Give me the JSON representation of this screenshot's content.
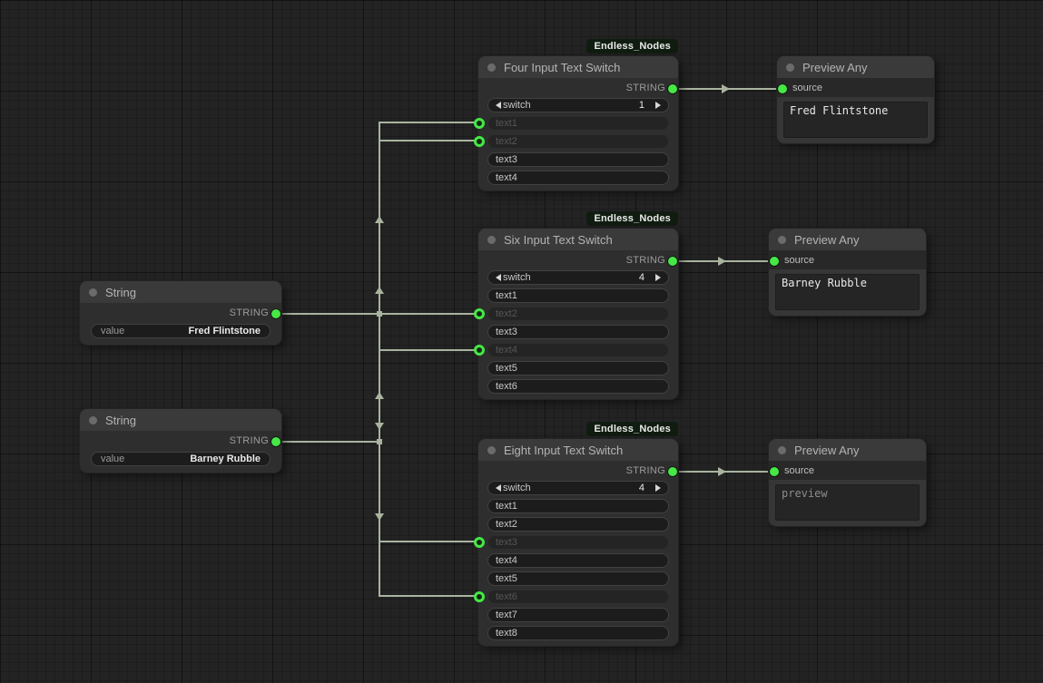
{
  "badge_label": "Endless_Nodes",
  "colors": {
    "wire": "#a9b49f",
    "port-green": "#45e845",
    "badge-bg": "#111c11"
  },
  "nodes": {
    "string1": {
      "title": "String",
      "output_label": "STRING",
      "widget_label": "value",
      "widget_value": "Fred Flintstone"
    },
    "string2": {
      "title": "String",
      "output_label": "STRING",
      "widget_label": "value",
      "widget_value": "Barney Rubble"
    },
    "switch4": {
      "title": "Four Input Text Switch",
      "output_label": "STRING",
      "switch_label": "switch",
      "switch_value": "1",
      "rows": [
        {
          "label": "text1",
          "linked": true
        },
        {
          "label": "text2",
          "linked": true
        },
        {
          "label": "text3",
          "linked": false
        },
        {
          "label": "text4",
          "linked": false
        }
      ]
    },
    "switch6": {
      "title": "Six Input Text Switch",
      "output_label": "STRING",
      "switch_label": "switch",
      "switch_value": "4",
      "rows": [
        {
          "label": "text1",
          "linked": false
        },
        {
          "label": "text2",
          "linked": true
        },
        {
          "label": "text3",
          "linked": false
        },
        {
          "label": "text4",
          "linked": true
        },
        {
          "label": "text5",
          "linked": false
        },
        {
          "label": "text6",
          "linked": false
        }
      ]
    },
    "switch8": {
      "title": "Eight Input Text Switch",
      "output_label": "STRING",
      "switch_label": "switch",
      "switch_value": "4",
      "rows": [
        {
          "label": "text1",
          "linked": false
        },
        {
          "label": "text2",
          "linked": false
        },
        {
          "label": "text3",
          "linked": true
        },
        {
          "label": "text4",
          "linked": false
        },
        {
          "label": "text5",
          "linked": false
        },
        {
          "label": "text6",
          "linked": true
        },
        {
          "label": "text7",
          "linked": false
        },
        {
          "label": "text8",
          "linked": false
        }
      ]
    },
    "preview1": {
      "title": "Preview Any",
      "input_label": "source",
      "content": "Fred Flintstone"
    },
    "preview2": {
      "title": "Preview Any",
      "input_label": "source",
      "content": "Barney Rubble"
    },
    "preview3": {
      "title": "Preview Any",
      "input_label": "source",
      "content": "preview"
    }
  }
}
